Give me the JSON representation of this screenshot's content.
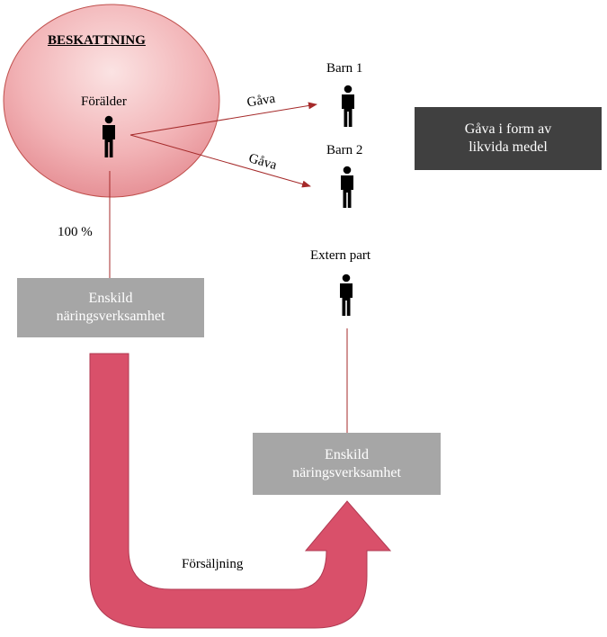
{
  "ellipse": {
    "title": "BESKATTNING",
    "person_label": "Förälder"
  },
  "children": [
    {
      "label": "Barn 1"
    },
    {
      "label": "Barn 2"
    }
  ],
  "gift_arrows": [
    "Gåva",
    "Gåva"
  ],
  "ownership_label": "100 %",
  "external": {
    "label": "Extern part"
  },
  "business_left": {
    "line1": "Enskild",
    "line2": "näringsverksamhet"
  },
  "business_right": {
    "line1": "Enskild",
    "line2": "näringsverksamhet"
  },
  "gift_box": {
    "line1": "Gåva i form av",
    "line2": "likvida medel"
  },
  "sale_label": "Försäljning",
  "colors": {
    "ellipse_fill_top": "#f8d4d4",
    "ellipse_fill_bottom": "#e58f93",
    "ellipse_stroke": "#c0504d",
    "arrow_red": "#a52a2a",
    "u_arrow": "#d9506a",
    "gray_box": "#a6a6a6",
    "dark_box": "#404040"
  }
}
